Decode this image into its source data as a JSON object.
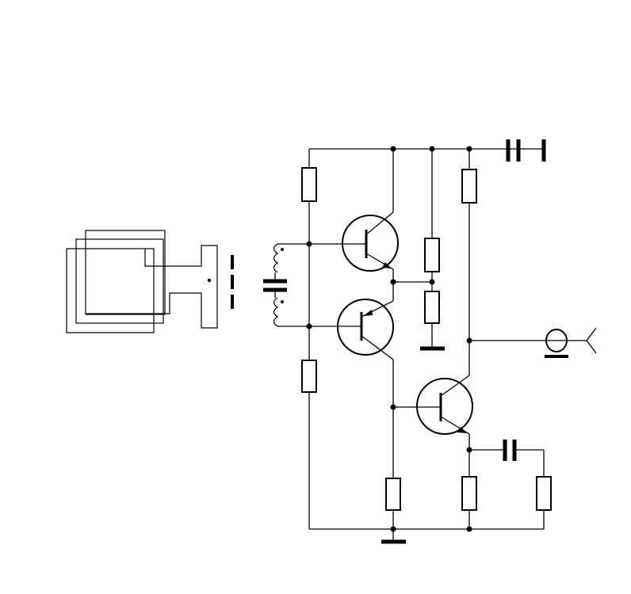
{
  "diagram": {
    "type": "electronic-schematic",
    "background": "#ffffff",
    "line_color": "#000000",
    "components": [
      {
        "kind": "speaker",
        "name": "speaker-icon"
      },
      {
        "kind": "magnetic-core",
        "name": "magnetic-core-icon"
      },
      {
        "kind": "transformer",
        "name": "input-transformer-icon"
      },
      {
        "kind": "capacitor",
        "name": "input-capacitor-icon"
      },
      {
        "kind": "transistor",
        "type": "PNP",
        "name": "transistor-top-icon"
      },
      {
        "kind": "transistor",
        "type": "NPN",
        "name": "transistor-middle-icon"
      },
      {
        "kind": "transistor",
        "type": "PNP",
        "name": "transistor-output-icon"
      },
      {
        "kind": "resistor",
        "count": 8
      },
      {
        "kind": "capacitor",
        "count": 3
      },
      {
        "kind": "ground",
        "count": 2
      },
      {
        "kind": "output-jack",
        "name": "output-jack-icon"
      }
    ]
  }
}
